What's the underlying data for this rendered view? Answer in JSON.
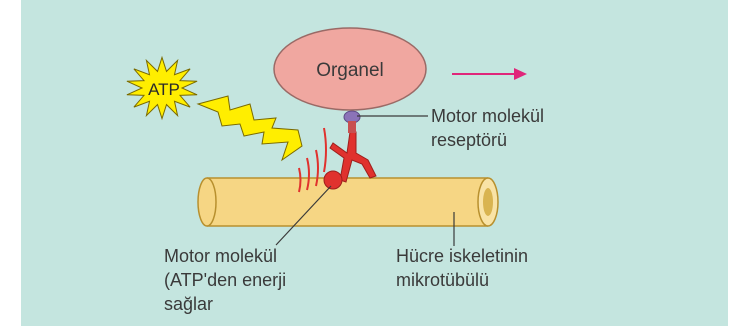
{
  "organelle": {
    "label": "Organel"
  },
  "energy": {
    "label": "ATP"
  },
  "receptor": {
    "label_lines": [
      "Motor molekül",
      "reseptörü"
    ]
  },
  "motor": {
    "label_lines": [
      "Motor molekül",
      "(ATP'den enerji",
      "sağlar"
    ]
  },
  "microtubule": {
    "label_lines": [
      "Hücre iskeletinin",
      "mikrotübülü"
    ]
  },
  "colors": {
    "background": "#c4e5df",
    "organelle_fill": "#f0a7a0",
    "organelle_stroke": "#9a6a66",
    "tube_fill": "#f6d684",
    "tube_stroke": "#b8902e",
    "motor_red": "#e0322e",
    "receptor_purple": "#8b73b8",
    "atp_yellow": "#ffee00",
    "arrow_magenta": "#e0267a"
  }
}
